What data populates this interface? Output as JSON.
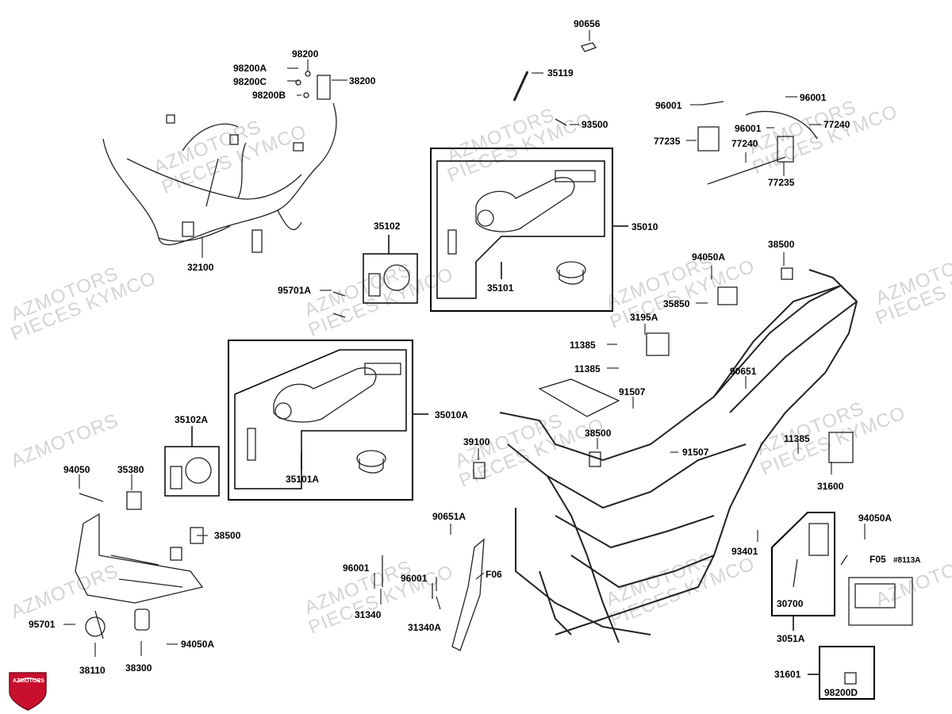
{
  "watermark": {
    "line1": "AZMOTORS",
    "line2": "PIECES KYMCO"
  },
  "logo": {
    "text": "AZMOTORS",
    "color": "#c8102e"
  },
  "labels": {
    "p90656": "90656",
    "p35119": "35119",
    "p93500": "93500",
    "p98200": "98200",
    "p98200A": "98200A",
    "p98200C": "98200C",
    "p98200B": "98200B",
    "p38200": "38200",
    "p32100": "32100",
    "p96001a": "96001",
    "p96001b": "96001",
    "p96001c": "96001",
    "p77240a": "77240",
    "p77240b": "77240",
    "p77235a": "77235",
    "p77235b": "77235",
    "p35010": "35010",
    "p35101": "35101",
    "p35102": "35102",
    "p95701A": "95701A",
    "p94050A_a": "94050A",
    "p38500_a": "38500",
    "p35850": "35850",
    "p3195A": "3195A",
    "p11385a": "11385",
    "p11385b": "11385",
    "p11385c": "11385",
    "p90651": "90651",
    "p91507a": "91507",
    "p91507b": "91507",
    "p38500_b": "38500",
    "p39100": "39100",
    "p31600": "31600",
    "p35010A": "35010A",
    "p35101A": "35101A",
    "p35102A": "35102A",
    "p94050": "94050",
    "p35380": "35380",
    "p38500_c": "38500",
    "p95701": "95701",
    "p38110": "38110",
    "p38300": "38300",
    "p94050A_b": "94050A",
    "p90651A": "90651A",
    "p96001d": "96001",
    "p96001e": "96001",
    "p31340": "31340",
    "p31340A": "31340A",
    "pF06": "F06",
    "p93401": "93401",
    "p94050A_c": "94050A",
    "pF05": "F05",
    "p8113A": "#8113A",
    "p30700": "30700",
    "p3051A": "3051A",
    "p31601": "31601",
    "p98200D": "98200D"
  }
}
